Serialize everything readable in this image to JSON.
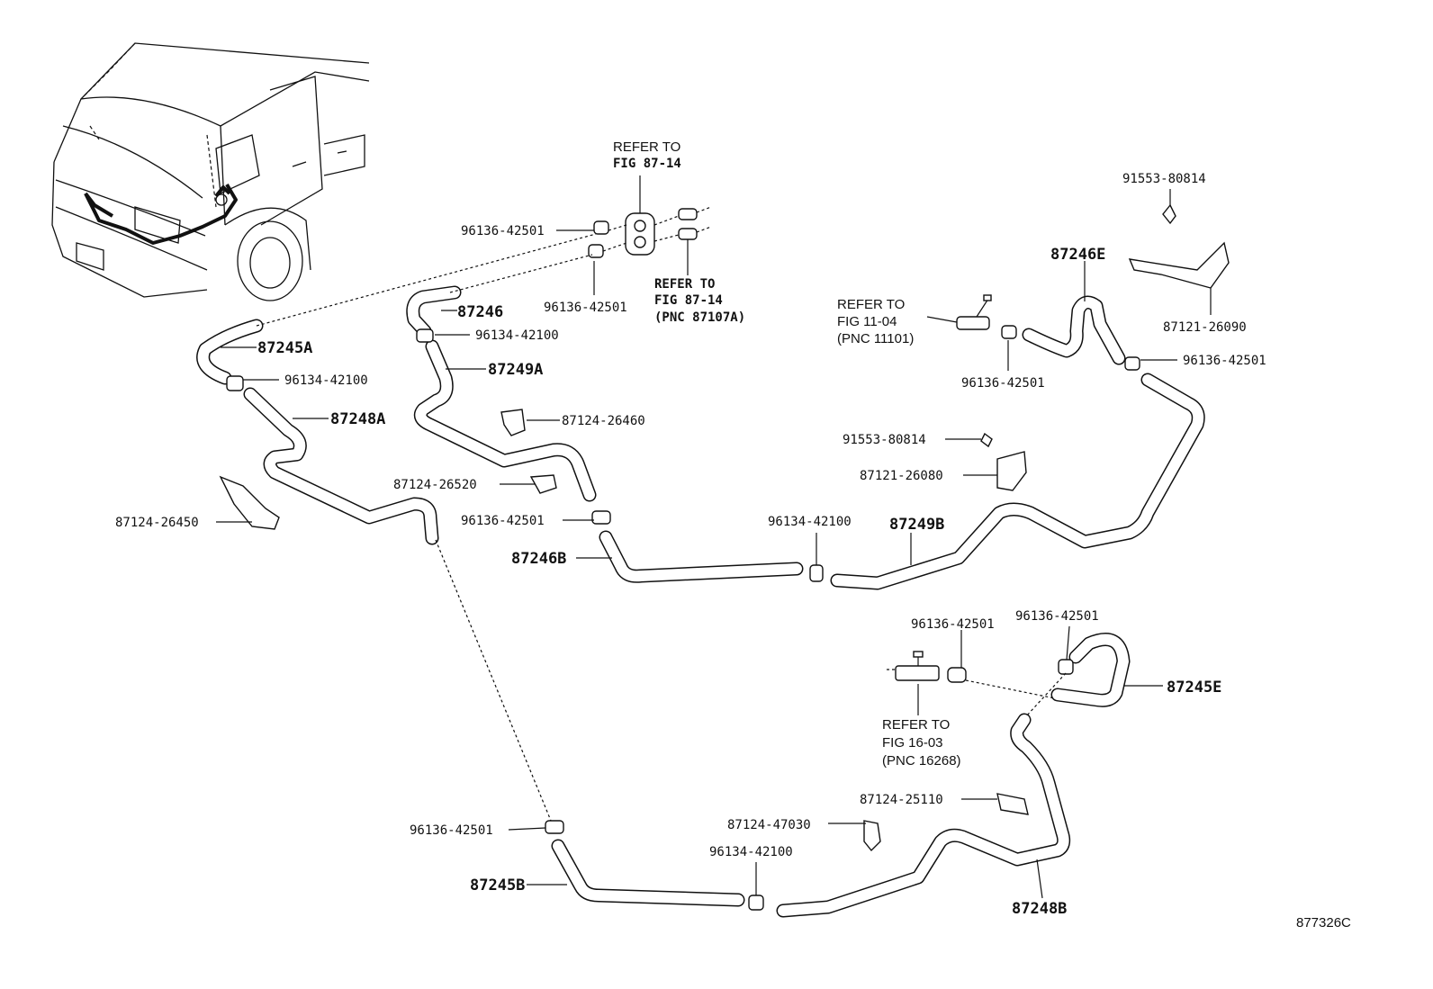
{
  "figure_code": "877326C",
  "refs": {
    "r1": {
      "line1": "REFER TO",
      "line2": "FIG 87-14"
    },
    "r2": {
      "line1": "REFER TO",
      "line2": "FIG 87-14",
      "line3": "(PNC 87107A)"
    },
    "r3": {
      "line1": "REFER TO",
      "line2": "FIG 11-04",
      "line3": "(PNC 11101)"
    },
    "r4": {
      "line1": "REFER TO",
      "line2": "FIG 16-03",
      "line3": "(PNC 16268)"
    }
  },
  "labels": {
    "p96136a": "96136-42501",
    "p96136b": "96136-42501",
    "p96136c": "96136-42501",
    "p96136d": "96136-42501",
    "p96136e": "96136-42501",
    "p96136f": "96136-42501",
    "p96136g": "96136-42501",
    "p96136h": "96136-42501",
    "p96134a": "96134-42100",
    "p96134b": "96134-42100",
    "p96134c": "96134-42100",
    "p96134d": "96134-42100",
    "p87246": "87246",
    "p87245A": "87245A",
    "p87249A": "87249A",
    "p87248A": "87248A",
    "p87124_26460": "87124-26460",
    "p87124_26520": "87124-26520",
    "p87124_26450": "87124-26450",
    "p87246B": "87246B",
    "p87249B": "87249B",
    "p87246E": "87246E",
    "p91553a": "91553-80814",
    "p91553b": "91553-80814",
    "p87121_26090": "87121-26090",
    "p87121_26080": "87121-26080",
    "p87245E": "87245E",
    "p87124_25110": "87124-25110",
    "p87124_47030": "87124-47030",
    "p87245B": "87245B",
    "p87248B": "87248B"
  }
}
